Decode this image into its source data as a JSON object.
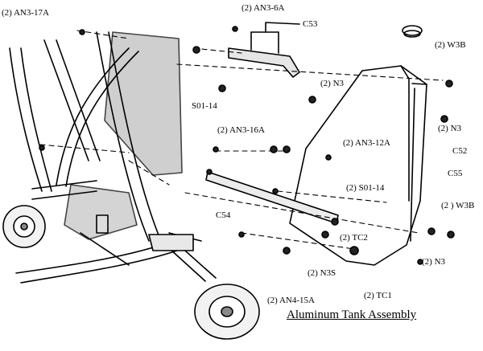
{
  "diagram": {
    "caption": "Aluminum Tank Assembly",
    "callouts": {
      "an3_17a": "(2) AN3-17A",
      "an3_6a": "(2) AN3-6A",
      "c53": "C53",
      "w3b_top": "(2) W3B",
      "n3_mid": "(2) N3",
      "s01_14_top": "S01-14",
      "n3_right": "(2) N3",
      "an3_16a": "(2) AN3-16A",
      "an3_12a": "(2) AN3-12A",
      "c52": "C52",
      "c55": "C55",
      "s01_14_mid": "(2) S01-14",
      "w3b_right": "(2 ) W3B",
      "c54": "C54",
      "tc2": "(2) TC2",
      "n3_bottom": "(2) N3",
      "n3s": "(2) N3S",
      "tc1": "(2) TC1",
      "an4_15a": "(2) AN4-15A"
    }
  }
}
